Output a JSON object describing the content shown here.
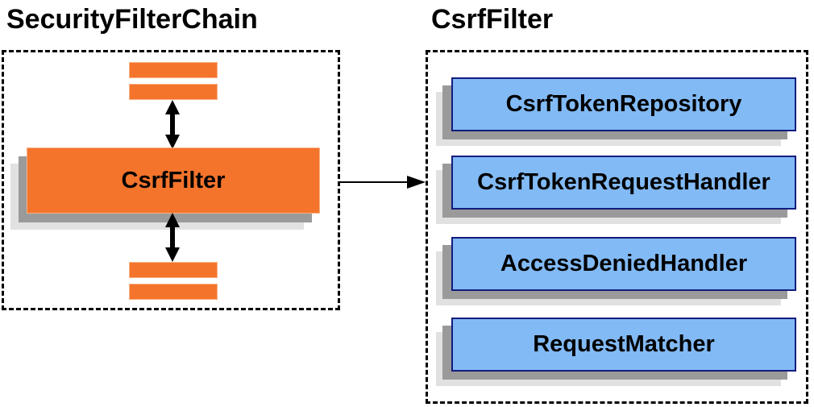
{
  "left_panel": {
    "title": "SecurityFilterChain",
    "filter_box_label": "CsrfFilter"
  },
  "right_panel": {
    "title": "CsrfFilter",
    "components": [
      "CsrfTokenRepository",
      "CsrfTokenRequestHandler",
      "AccessDeniedHandler",
      "RequestMatcher"
    ]
  },
  "colors": {
    "orange": "#f4742c",
    "orange_border": "#f9b183",
    "blue": "#82baf5",
    "blue_border": "#131c7d",
    "shadow_dark": "#9a9a9a",
    "shadow_light": "#e1e1e1",
    "line": "#000000"
  }
}
